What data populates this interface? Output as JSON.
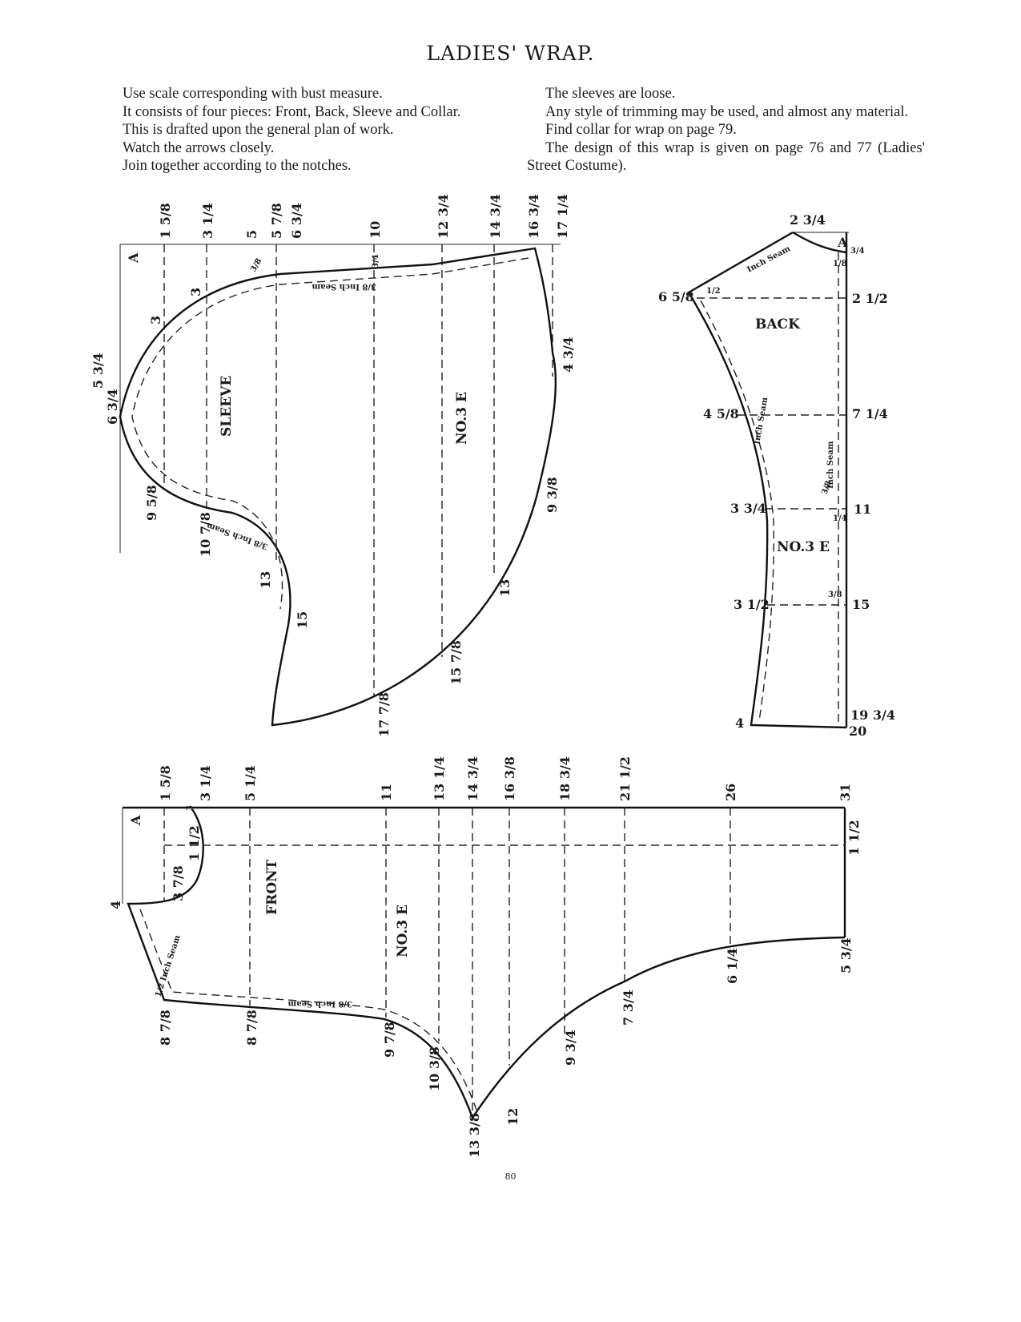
{
  "title": "LADIES' WRAP.",
  "left_column": [
    "Use scale corresponding with bust measure.",
    "It consists of four pieces: Front, Back, Sleeve and Collar.",
    "This is drafted upon the general plan of work.",
    "Watch the arrows closely.",
    "Join together according to the notches."
  ],
  "right_column": [
    "The sleeves are loose.",
    "Any style of trimming may be used, and almost any material.",
    "Find collar for wrap on page 79.",
    "The design of this wrap is given on page 76 and 77 (Ladies' Street Costume)."
  ],
  "sleeve": {
    "name": "SLEEVE",
    "scale": "NO.3 E",
    "seam": "3/8 Inch Seam",
    "top_marks": [
      "A",
      "1 5/8",
      "3 1/4",
      "5",
      "5 7/8",
      "6 3/4",
      "10",
      "12 3/4",
      "14 3/4",
      "16 3/4",
      "17 1/4"
    ],
    "other_marks": [
      "3",
      "3",
      "6 3/4",
      "5 3/4",
      "4 3/4",
      "9 5/8",
      "10 7/8",
      "9 3/8",
      "13",
      "15",
      "13",
      "15 7/8",
      "17 7/8",
      "3/4",
      "3/8"
    ]
  },
  "back": {
    "name": "BACK",
    "scale": "NO.3 E",
    "seam": "Inch Seam",
    "marks": [
      "2 3/4",
      "A",
      "3/4",
      "1/8",
      "6 5/8",
      "1/2",
      "2 1/2",
      "4 5/8",
      "7 1/4",
      "3 3/4",
      "11",
      "3 1/2",
      "15",
      "4",
      "19 3/4",
      "20",
      "3/8",
      "1/4",
      "3/8"
    ]
  },
  "front": {
    "name": "FRONT",
    "scale": "NO.3 E",
    "seam": "3/8 Inch Seam",
    "seam_left": "1/2 Inch Seam",
    "top_marks": [
      "A",
      "1 5/8",
      "3 1/4",
      "5 1/4",
      "11",
      "13 1/4",
      "14 3/4",
      "16 3/8",
      "18 3/4",
      "21 1/2",
      "26",
      "31"
    ],
    "other_marks": [
      "3",
      "1 1/2",
      "3 7/8",
      "4",
      "1 1/2",
      "8 7/8",
      "8 7/8",
      "9 7/8",
      "10 3/8",
      "13 3/8",
      "12",
      "9 3/4",
      "7 3/4",
      "6 1/4",
      "5 3/4"
    ]
  },
  "page_number": "80"
}
